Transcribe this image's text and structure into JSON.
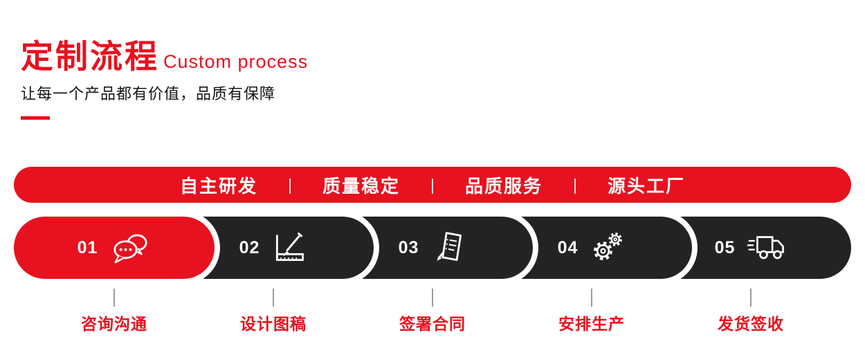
{
  "header": {
    "title_cn": "定制流程",
    "title_en": "Custom process",
    "subtitle": "让每一个产品都有价值，品质有保障"
  },
  "banner": {
    "separator": "|",
    "items": [
      "自主研发",
      "质量稳定",
      "品质服务",
      "源头工厂"
    ]
  },
  "steps": [
    {
      "number": "01",
      "label": "咨询沟通",
      "icon": "chat-bubbles-icon"
    },
    {
      "number": "02",
      "label": "设计图稿",
      "icon": "ruler-pencil-icon"
    },
    {
      "number": "03",
      "label": "签署合同",
      "icon": "contract-document-icon"
    },
    {
      "number": "04",
      "label": "安排生产",
      "icon": "gears-icon"
    },
    {
      "number": "05",
      "label": "发货签收",
      "icon": "delivery-truck-icon"
    }
  ],
  "colors": {
    "accent": "#e8111f",
    "dark": "#232323",
    "text_dark": "#141414",
    "tick": "#9a9a9a"
  }
}
